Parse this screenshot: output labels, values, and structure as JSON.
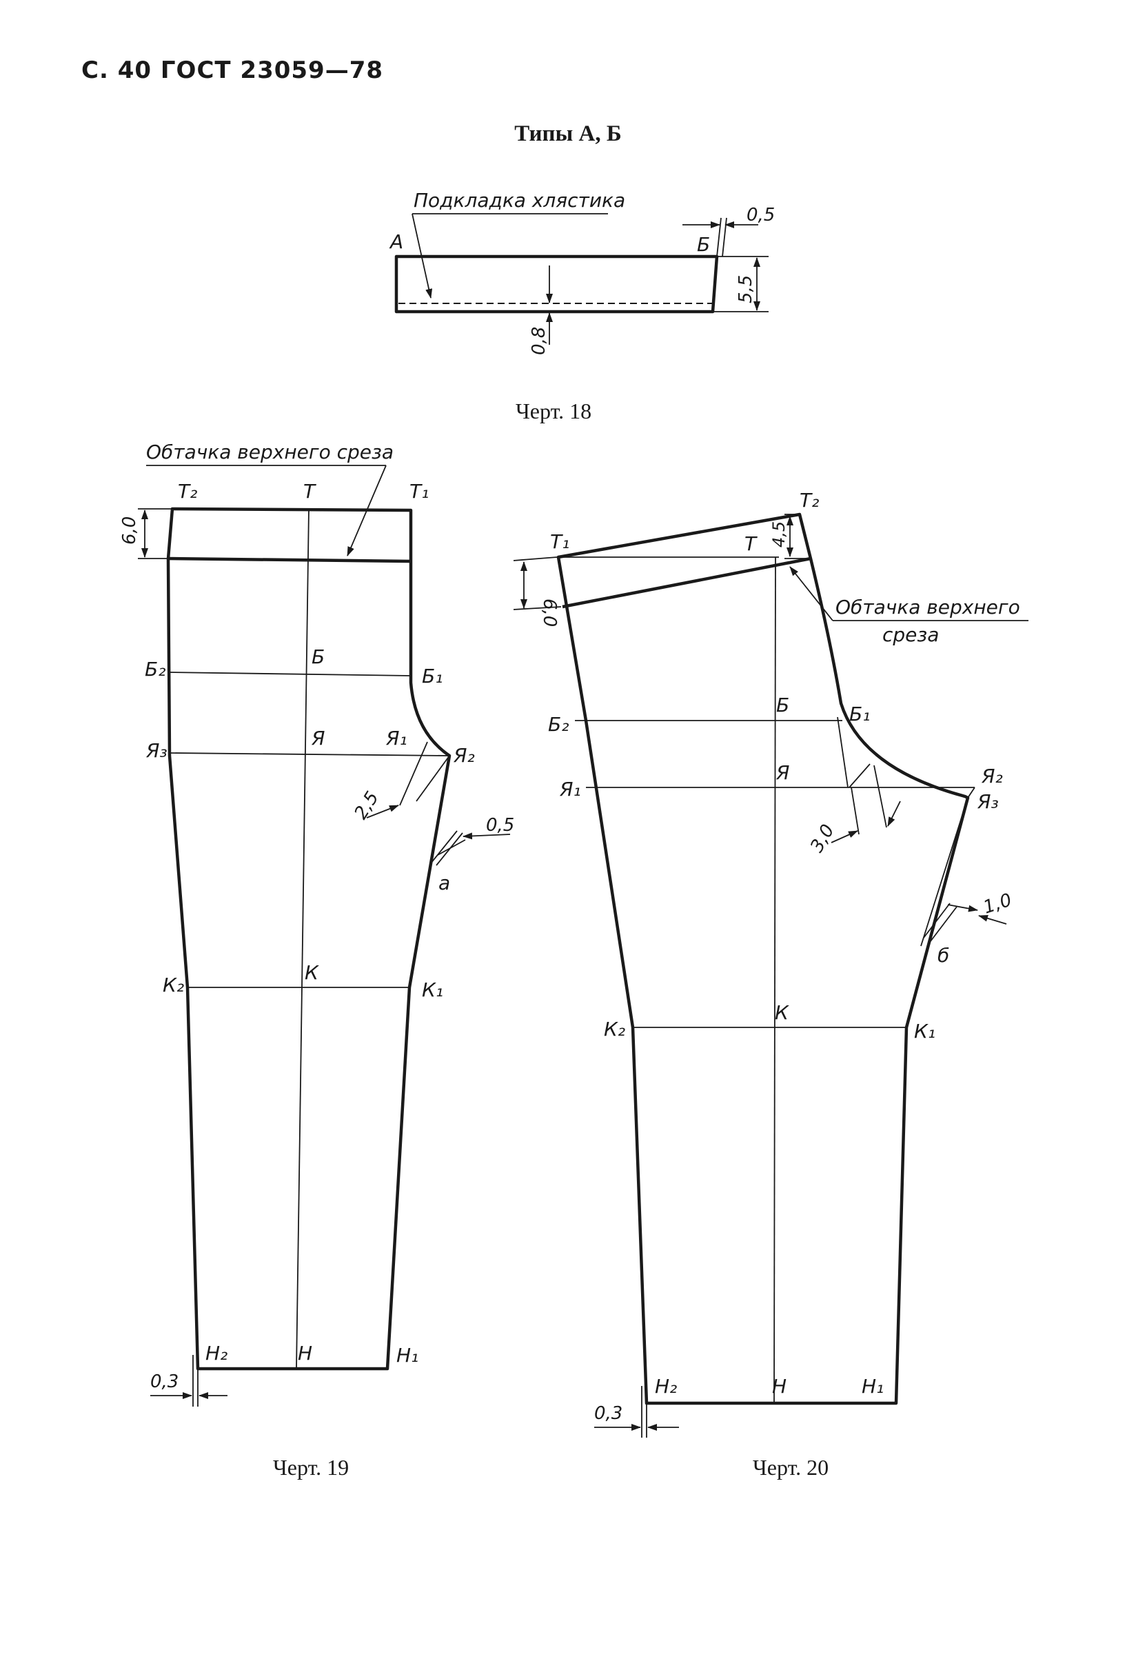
{
  "header": {
    "page": "С. 40",
    "standard": "ГОСТ 23059—78"
  },
  "subtitle": "Типы А, Б",
  "captions": {
    "ch18": "Черт. 18",
    "ch19": "Черт. 19",
    "ch20": "Черт. 20"
  },
  "fig18": {
    "label": "Подкладка хлястика",
    "point_a": "А",
    "point_b": "Б",
    "dims": {
      "top": "0,5",
      "right": "5,5",
      "bottom": "0,8"
    }
  },
  "fig19": {
    "label": "Обтачка верхнего среза",
    "dims": {
      "top": "6,0",
      "crotch": "2,5",
      "side": "0,5",
      "hem": "0,3"
    },
    "points": {
      "T2": "Т₂",
      "T": "Т",
      "T1": "Т₁",
      "B2": "Б₂",
      "B": "Б",
      "B1": "Б₁",
      "Ya3": "Я₃",
      "Ya": "Я",
      "Ya1": "Я₁",
      "Ya2": "Я₂",
      "a": "а",
      "K2": "К₂",
      "K": "К",
      "K1": "К₁",
      "H2": "Н₂",
      "H": "Н",
      "H1": "Н₁"
    }
  },
  "fig20": {
    "label_line1": "Обтачка верхнего",
    "label_line2": "среза",
    "dims": {
      "left": "6,0",
      "top": "4,5",
      "crotch": "3,0",
      "side": "1,0",
      "hem": "0,3"
    },
    "points": {
      "T1": "Т₁",
      "T": "Т",
      "T2": "Т₂",
      "B2": "Б₂",
      "B": "Б",
      "B1": "Б₁",
      "Ya1": "Я₁",
      "Ya": "Я",
      "Ya2": "Я₂",
      "Ya3": "Я₃",
      "b": "б",
      "K2": "К₂",
      "K": "К",
      "K1": "К₁",
      "H2": "Н₂",
      "H": "Н",
      "H1": "Н₁"
    }
  }
}
